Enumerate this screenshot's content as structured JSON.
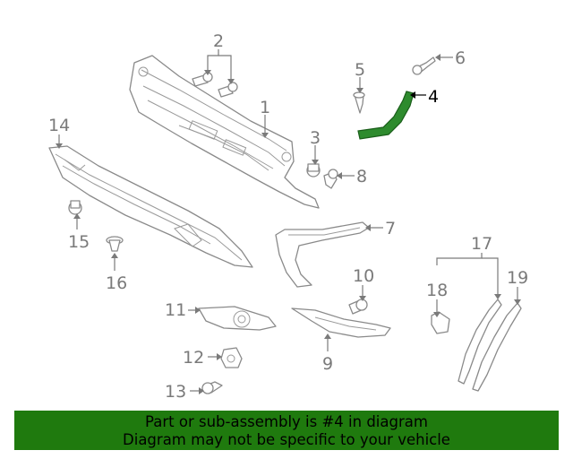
{
  "callouts": {
    "c1": "1",
    "c2": "2",
    "c3": "3",
    "c4": "4",
    "c5": "5",
    "c6": "6",
    "c7": "7",
    "c8": "8",
    "c9": "9",
    "c10": "10",
    "c11": "11",
    "c12": "12",
    "c13": "13",
    "c14": "14",
    "c15": "15",
    "c16": "16",
    "c17": "17",
    "c18": "18",
    "c19": "19"
  },
  "highlighted_part": "4",
  "colors": {
    "highlight_part": "#2e8b2e",
    "banner_bg": "#1f7a0e",
    "line_gray": "#8a8a8a"
  },
  "banner": {
    "line1": "Part or sub-assembly is #4 in diagram",
    "line2": "Diagram may not be specific to your vehicle"
  }
}
